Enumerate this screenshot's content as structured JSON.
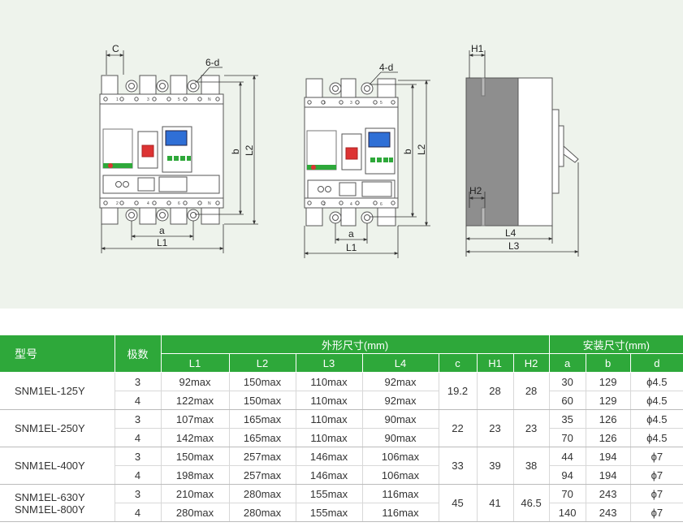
{
  "drawings": {
    "front4": {
      "labels": {
        "c": "C",
        "d": "6-d",
        "b": "b",
        "l2": "L2",
        "a": "a",
        "l1": "L1"
      },
      "top_terminals": [
        "1",
        "3",
        "5",
        "N"
      ],
      "bottom_terminals": [
        "2",
        "4",
        "6",
        "N"
      ]
    },
    "front3": {
      "labels": {
        "d": "4-d",
        "b": "b",
        "l2": "L2",
        "a": "a",
        "l1": "L1"
      },
      "top_terminals": [
        "1",
        "3",
        "5"
      ],
      "bottom_terminals": [
        "2",
        "4",
        "6"
      ]
    },
    "side": {
      "labels": {
        "h1": "H1",
        "h2": "H2",
        "l4": "L4",
        "l3": "L3"
      }
    }
  },
  "table": {
    "headers": {
      "model": "型号",
      "poles": "极数",
      "outline_group": "外形尺寸(mm)",
      "mount_group": "安装尺寸(mm)",
      "cols": [
        "L1",
        "L2",
        "L3",
        "L4",
        "c",
        "H1",
        "H2",
        "a",
        "b",
        "d"
      ]
    },
    "rows": [
      {
        "model": "SNM1EL-125Y",
        "c": "19.2",
        "h1": "28",
        "h2": "28",
        "sub": [
          {
            "poles": "3",
            "l1": "92max",
            "l2": "150max",
            "l3": "110max",
            "l4": "92max",
            "a": "30",
            "b": "129",
            "d": "ϕ4.5"
          },
          {
            "poles": "4",
            "l1": "122max",
            "l2": "150max",
            "l3": "110max",
            "l4": "92max",
            "a": "60",
            "b": "129",
            "d": "ϕ4.5"
          }
        ]
      },
      {
        "model": "SNM1EL-250Y",
        "c": "22",
        "h1": "23",
        "h2": "23",
        "sub": [
          {
            "poles": "3",
            "l1": "107max",
            "l2": "165max",
            "l3": "110max",
            "l4": "90max",
            "a": "35",
            "b": "126",
            "d": "ϕ4.5"
          },
          {
            "poles": "4",
            "l1": "142max",
            "l2": "165max",
            "l3": "110max",
            "l4": "90max",
            "a": "70",
            "b": "126",
            "d": "ϕ4.5"
          }
        ]
      },
      {
        "model": "SNM1EL-400Y",
        "c": "33",
        "h1": "39",
        "h2": "38",
        "sub": [
          {
            "poles": "3",
            "l1": "150max",
            "l2": "257max",
            "l3": "146max",
            "l4": "106max",
            "a": "44",
            "b": "194",
            "d": "ϕ7"
          },
          {
            "poles": "4",
            "l1": "198max",
            "l2": "257max",
            "l3": "146max",
            "l4": "106max",
            "a": "94",
            "b": "194",
            "d": "ϕ7"
          }
        ]
      },
      {
        "model": "SNM1EL-630Y\nSNM1EL-800Y",
        "c": "45",
        "h1": "41",
        "h2": "46.5",
        "sub": [
          {
            "poles": "3",
            "l1": "210max",
            "l2": "280max",
            "l3": "155max",
            "l4": "116max",
            "a": "70",
            "b": "243",
            "d": "ϕ7"
          },
          {
            "poles": "4",
            "l1": "280max",
            "l2": "280max",
            "l3": "155max",
            "l4": "116max",
            "a": "140",
            "b": "243",
            "d": "ϕ7"
          }
        ]
      }
    ]
  },
  "colors": {
    "header_green": "#2ea83a",
    "panel_bg": "#eef3ec",
    "side_gray": "#8e8e8e"
  }
}
